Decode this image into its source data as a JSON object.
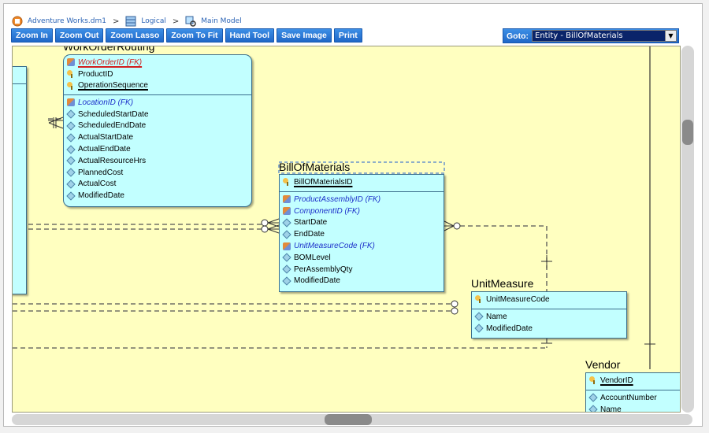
{
  "breadcrumb": {
    "items": [
      {
        "label": "Adventure Works.dm1",
        "icon": "model-file-icon"
      },
      {
        "label": "Logical",
        "icon": "logical-model-icon"
      },
      {
        "label": "Main Model",
        "icon": "diagram-icon"
      }
    ],
    "separator": ">"
  },
  "toolbar": {
    "zoom_in": "Zoom In",
    "zoom_out": "Zoom Out",
    "zoom_lasso": "Zoom Lasso",
    "zoom_to_fit": "Zoom To Fit",
    "hand_tool": "Hand Tool",
    "save_image": "Save Image",
    "print": "Print"
  },
  "goto": {
    "label": "Goto:",
    "selected": "Entity - BillOfMaterials"
  },
  "entities": {
    "work_order_routing": {
      "title": "WorkOrderRouting",
      "pk": [
        "WorkOrderID (FK)",
        "ProductID",
        "OperationSequence"
      ],
      "attrs": [
        "LocationID (FK)",
        "ScheduledStartDate",
        "ScheduledEndDate",
        "ActualStartDate",
        "ActualEndDate",
        "ActualResourceHrs",
        "PlannedCost",
        "ActualCost",
        "ModifiedDate"
      ]
    },
    "bill_of_materials": {
      "title": "BillOfMaterials",
      "pk": [
        "BillOfMaterialsID"
      ],
      "attrs": [
        "ProductAssemblyID (FK)",
        "ComponentID (FK)",
        "StartDate",
        "EndDate",
        "UnitMeasureCode (FK)",
        "BOMLevel",
        "PerAssemblyQty",
        "ModifiedDate"
      ]
    },
    "unit_measure": {
      "title": "UnitMeasure",
      "pk": [
        "UnitMeasureCode"
      ],
      "attrs": [
        "Name",
        "ModifiedDate"
      ]
    },
    "vendor": {
      "title": "Vendor",
      "pk": [
        "VendorID"
      ],
      "attrs": [
        "AccountNumber",
        "Name"
      ]
    }
  },
  "colors": {
    "canvas_bg": "#ffffc0",
    "entity_bg": "#c2ffff",
    "button_bg": "#2a78d6",
    "fk_text": "#1b2ec9",
    "selected_fk": "#d21e1e"
  }
}
